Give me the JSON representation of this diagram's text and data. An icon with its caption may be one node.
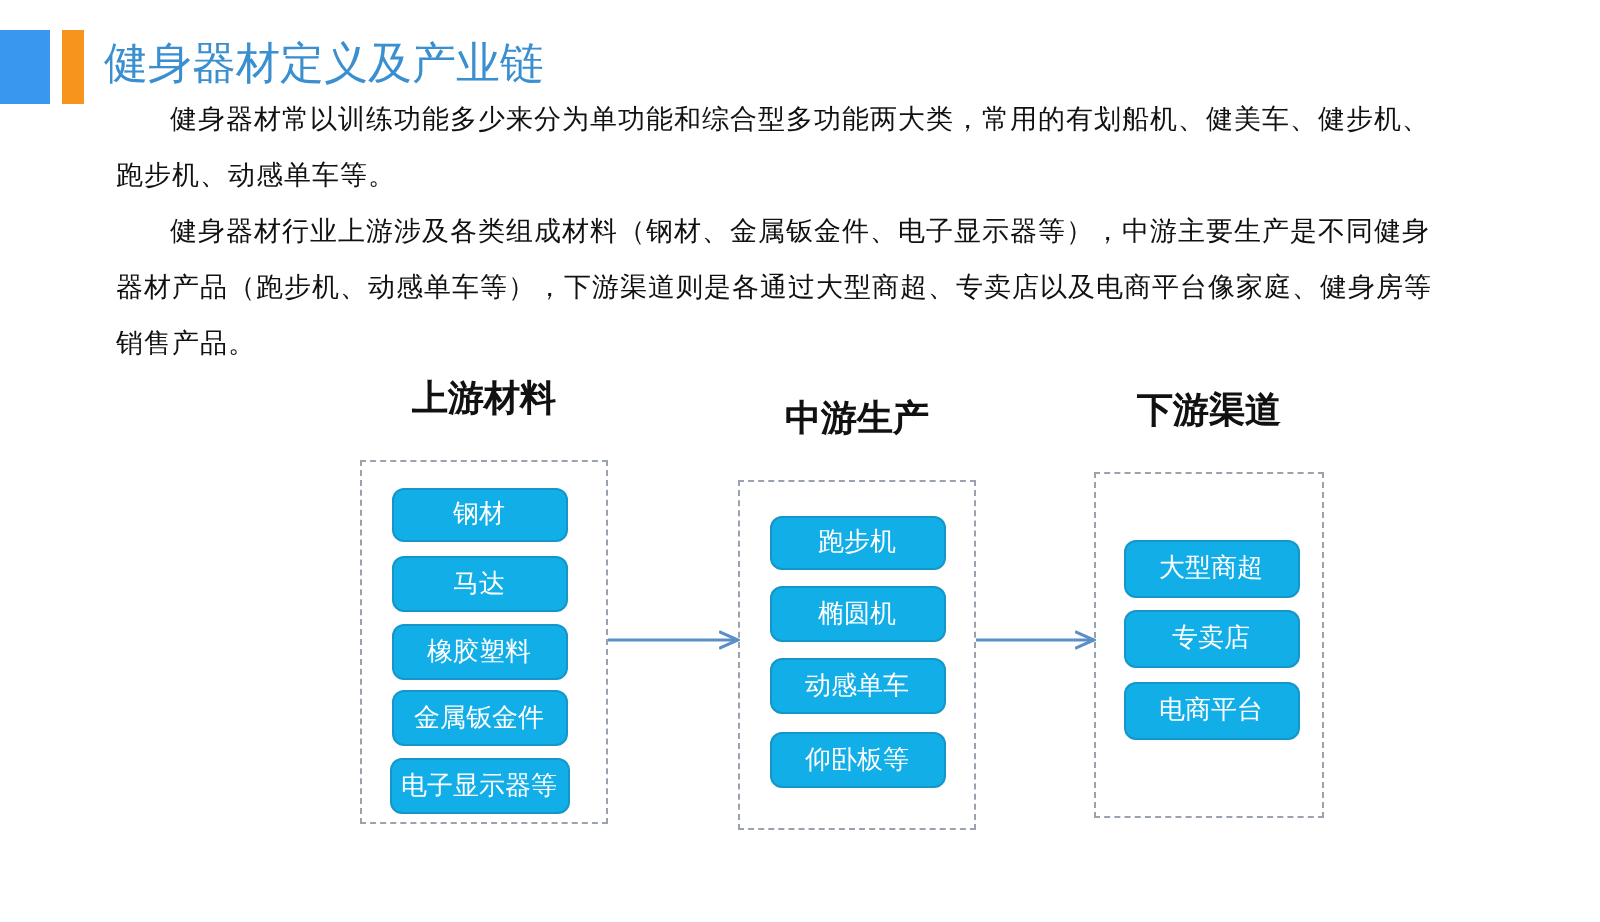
{
  "diagram": {
    "title": "健身器材定义及产业链",
    "nodes": [
      {
        "text": [
          "上游材料"
        ]
      },
      {
        "text": [
          "钢材"
        ],
        "in": 0
      },
      {
        "text": [
          "马达"
        ],
        "in": 0
      },
      {
        "text": [
          "橡胶塑料"
        ],
        "in": 0
      },
      {
        "text": [
          "金属钣金件"
        ],
        "in": 0
      },
      {
        "text": [
          "电子显示器等"
        ],
        "in": 0
      },
      {
        "text": [
          "中游生产"
        ]
      },
      {
        "text": [
          "跑步机"
        ],
        "in": 6
      },
      {
        "text": [
          "椭圆机"
        ],
        "in": 6
      },
      {
        "text": [
          "动感单车"
        ],
        "in": 6
      },
      {
        "text": [
          "仰卧板等"
        ],
        "in": 6
      },
      {
        "text": [
          "下游渠道"
        ]
      },
      {
        "text": [
          "大型商超"
        ],
        "in": 11
      },
      {
        "text": [
          "专卖店"
        ],
        "in": 11
      },
      {
        "text": [
          "电商平台"
        ],
        "in": 11
      }
    ],
    "edges": [
      {
        "from": 0,
        "to": 6,
        "arrow": "to"
      },
      {
        "from": 6,
        "to": 11,
        "arrow": "to"
      }
    ],
    "labels": [
      "健身器材常以训练功能多少来分为单功能和综合型多功能两大类，常用的有划船机、健美车、健步机、跑步机、动感单车等。",
      "健身器材行业上游涉及各类组成材料（钢材、金属钣金件、电子显示器等），中游主要生产是不同健身器材产品（跑步机、动感单车等），下游渠道则是各通过大型商超、专卖店以及电商平台像家庭、健身房等销售产品。"
    ]
  }
}
